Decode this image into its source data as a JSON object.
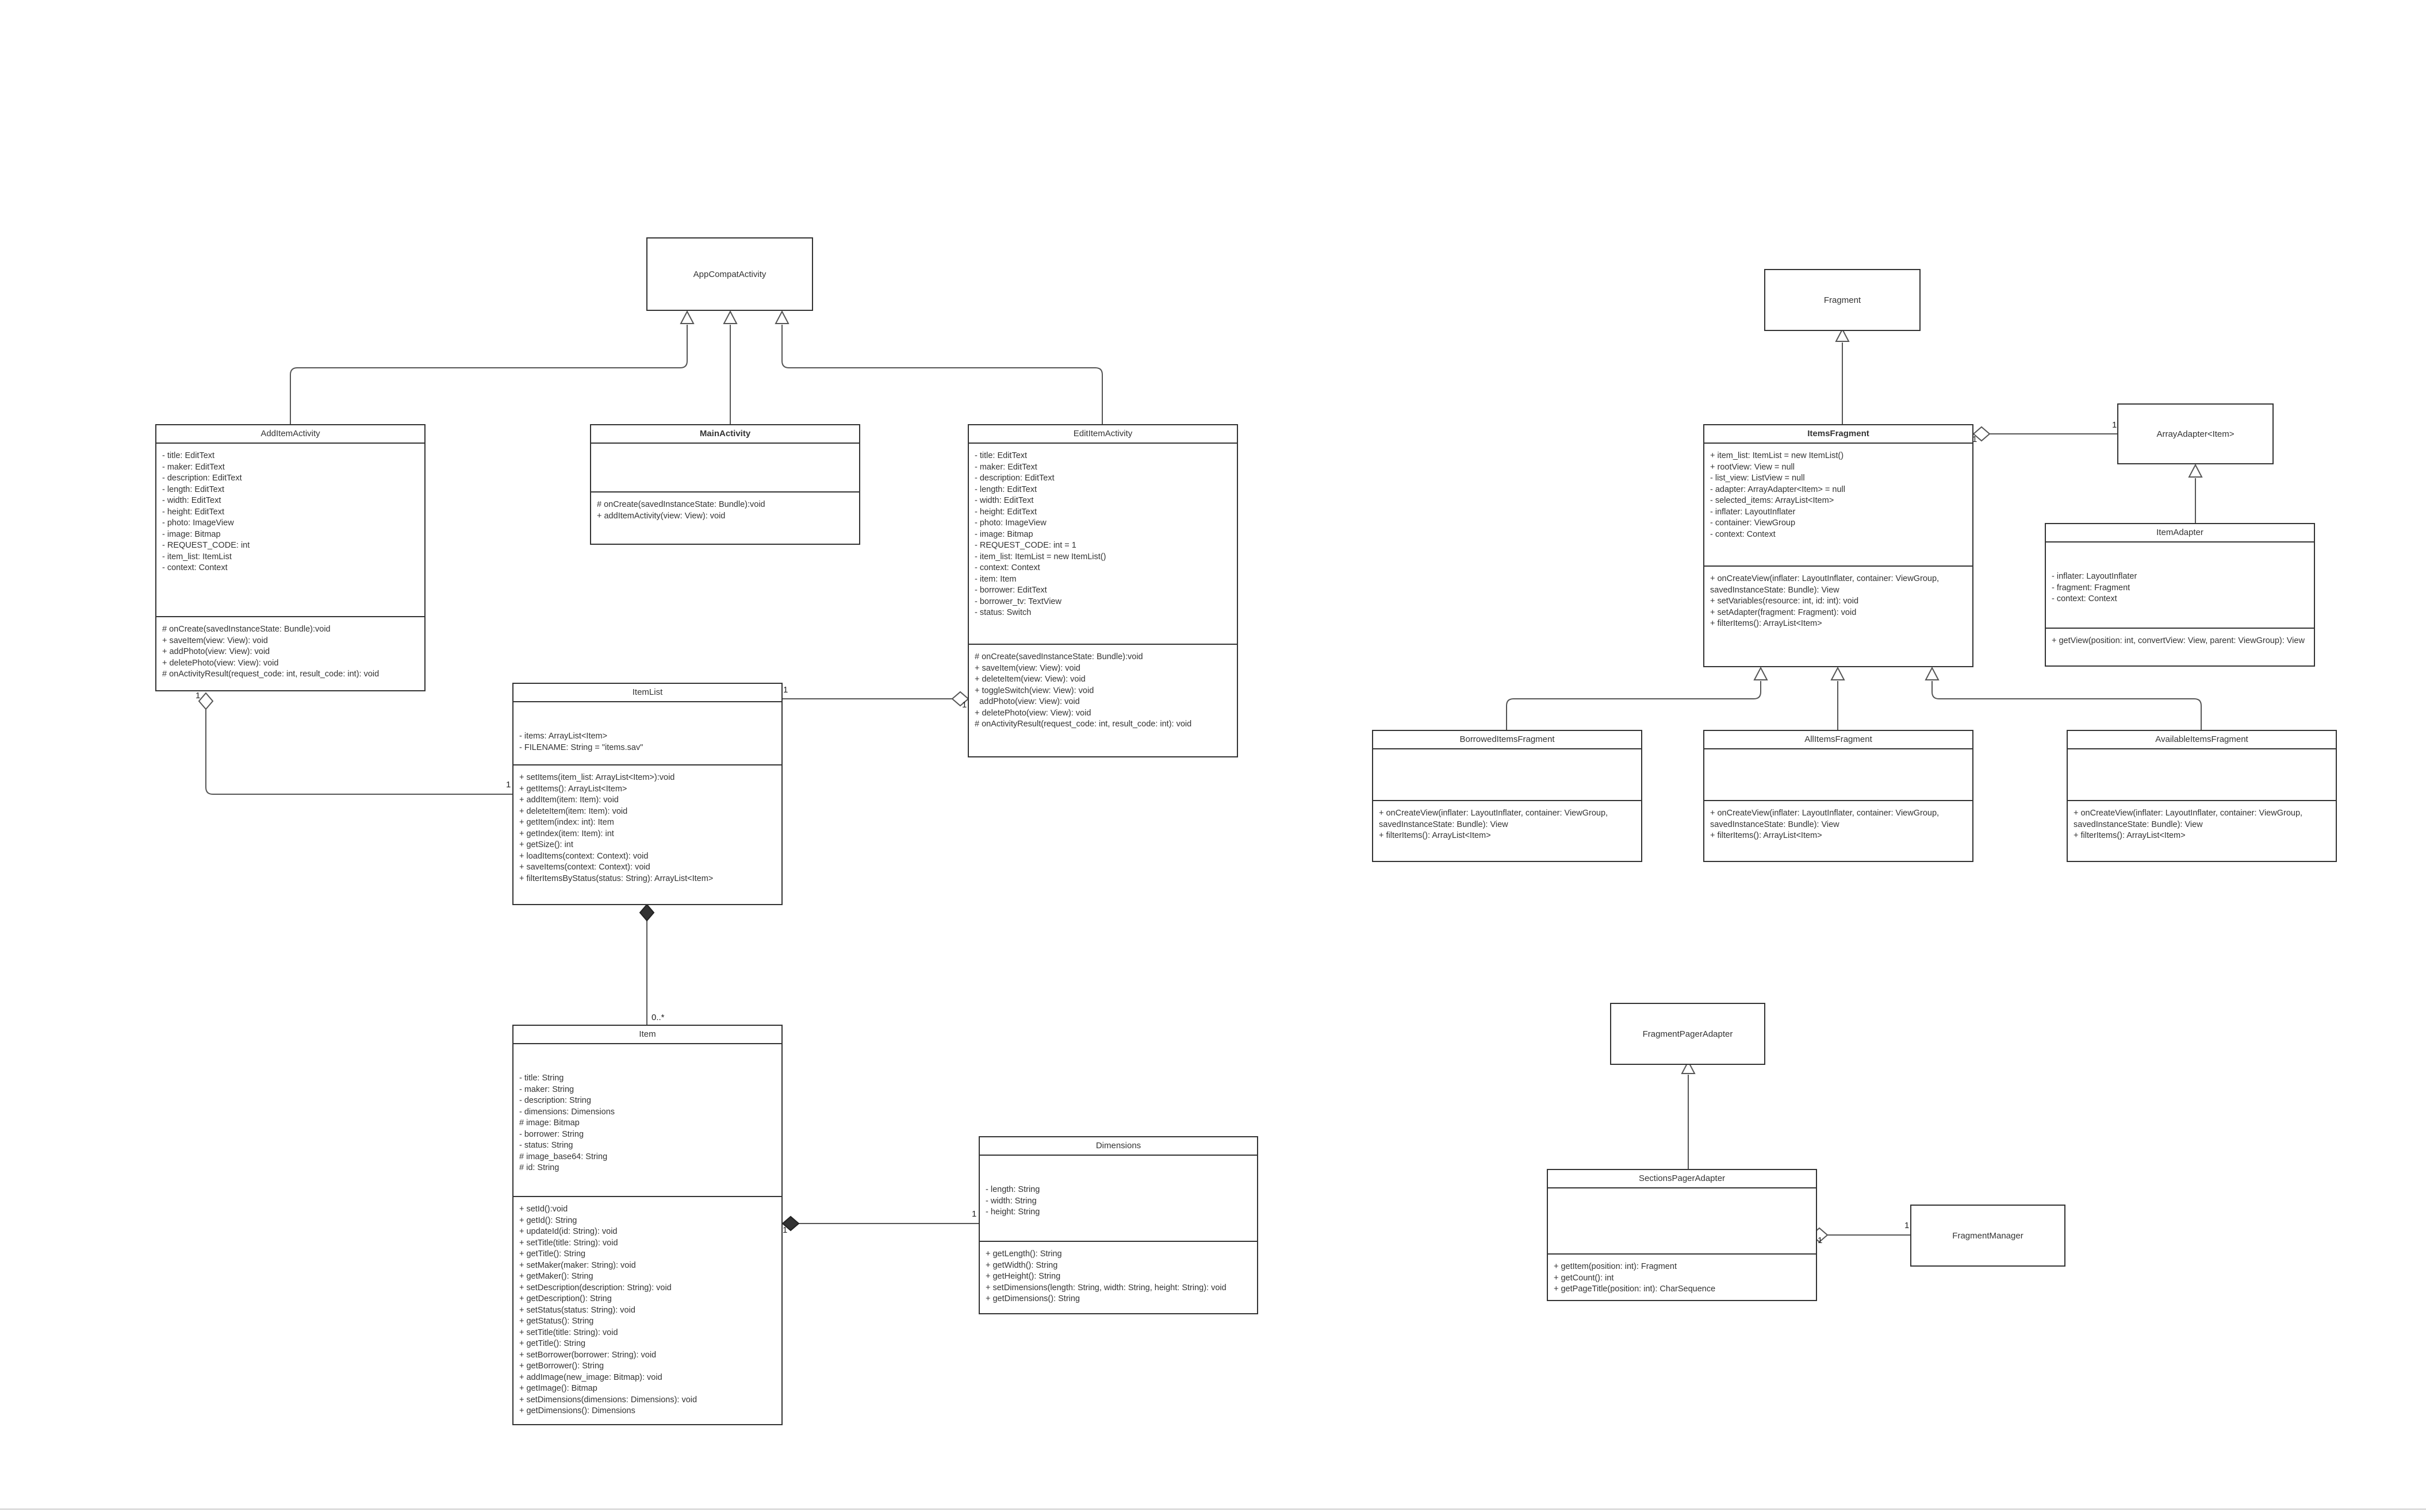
{
  "simple_boxes": {
    "appcompat": "AppCompatActivity",
    "fragment": "Fragment",
    "arrayadapter": "ArrayAdapter<Item>",
    "fpa": "FragmentPagerAdapter",
    "fragmentmanager": "FragmentManager"
  },
  "classes": {
    "additem": {
      "name": "AddItemActivity",
      "attributes": [
        "- title: EditText",
        "- maker: EditText",
        "- description: EditText",
        "- length: EditText",
        "- width: EditText",
        "- height: EditText",
        "- photo: ImageView",
        "- image: Bitmap",
        "- REQUEST_CODE: int",
        "- item_list: ItemList",
        "- context: Context"
      ],
      "methods": [
        "# onCreate(savedInstanceState: Bundle):void",
        "+ saveItem(view: View): void",
        "+ addPhoto(view: View): void",
        "+ deletePhoto(view: View): void",
        "# onActivityResult(request_code: int, result_code: int): void"
      ]
    },
    "main": {
      "name": "MainActivity",
      "attributes": [],
      "methods": [
        "# onCreate(savedInstanceState: Bundle):void",
        "+ addItemActivity(view: View): void"
      ]
    },
    "edititem": {
      "name": "EditItemActivity",
      "attributes": [
        "- title: EditText",
        "- maker: EditText",
        "- description: EditText",
        "- length: EditText",
        "- width: EditText",
        "- height: EditText",
        "- photo: ImageView",
        "- image: Bitmap",
        "- REQUEST_CODE: int = 1",
        "- item_list: ItemList = new ItemList()",
        "- context: Context",
        "- item: Item",
        "- borrower: EditText",
        "- borrower_tv: TextView",
        "- status: Switch"
      ],
      "methods": [
        "# onCreate(savedInstanceState: Bundle):void",
        "+ saveItem(view: View): void",
        "+ deleteItem(view: View): void",
        "+ toggleSwitch(view: View): void",
        "  addPhoto(view: View): void",
        "+ deletePhoto(view: View): void",
        "# onActivityResult(request_code: int, result_code: int): void"
      ]
    },
    "itemlist": {
      "name": "ItemList",
      "attributes": [
        "- items: ArrayList<Item>",
        "- FILENAME: String = \"items.sav\""
      ],
      "methods": [
        "+ setItems(item_list: ArrayList<Item>):void",
        "+ getItems(): ArrayList<Item>",
        "+ addItem(item: Item): void",
        "+ deleteItem(item: Item): void",
        "+ getItem(index: int): Item",
        "+ getIndex(item: Item): int",
        "+ getSize(): int",
        "+ loadItems(context: Context): void",
        "+ saveItems(context: Context): void",
        "+ filterItemsByStatus(status: String): ArrayList<Item>"
      ]
    },
    "item": {
      "name": "Item",
      "attributes": [
        "- title: String",
        "- maker: String",
        "- description: String",
        "- dimensions: Dimensions",
        "# image: Bitmap",
        "- borrower: String",
        "- status: String",
        "# image_base64: String",
        "# id: String"
      ],
      "methods": [
        "+ setId():void",
        "+ getId(): String",
        "+ updateId(id: String): void",
        "+ setTitle(title: String): void",
        "+ getTitle(): String",
        "+ setMaker(maker: String): void",
        "+ getMaker(): String",
        "+ setDescription(description: String): void",
        "+ getDescription(): String",
        "+ setStatus(status: String): void",
        "+ getStatus(): String",
        "+ setTitle(title: String): void",
        "+ getTitle(): String",
        "+ setBorrower(borrower: String): void",
        "+ getBorrower(): String",
        "+ addImage(new_image: Bitmap): void",
        "+ getImage(): Bitmap",
        "+ setDimensions(dimensions: Dimensions): void",
        "+ getDimensions(): Dimensions"
      ]
    },
    "dimensions": {
      "name": "Dimensions",
      "attributes": [
        "- length: String",
        "- width: String",
        "- height: String"
      ],
      "methods": [
        "+ getLength(): String",
        "+ getWidth(): String",
        "+ getHeight(): String",
        "+ setDimensions(length: String, width: String, height: String): void",
        "+ getDimensions(): String"
      ]
    },
    "itemsfragment": {
      "name": "ItemsFragment",
      "attributes": [
        "+ item_list: ItemList = new ItemList()",
        "+ rootView: View = null",
        "- list_view: ListView = null",
        "- adapter: ArrayAdapter<Item> = null",
        "- selected_items: ArrayList<Item>",
        "- inflater: LayoutInflater",
        "- container: ViewGroup",
        "- context: Context"
      ],
      "methods": [
        "+ onCreateView(inflater: LayoutInflater, container: ViewGroup, savedInstanceState: Bundle): View",
        "+ setVariables(resource: int, id: int): void",
        "+ setAdapter(fragment: Fragment): void",
        "+ filterItems(): ArrayList<Item>"
      ]
    },
    "itemadapter": {
      "name": "ItemAdapter",
      "attributes": [
        "- inflater: LayoutInflater",
        "- fragment: Fragment",
        "- context: Context"
      ],
      "methods": [
        "+ getView(position: int, convertView: View, parent: ViewGroup): View"
      ]
    },
    "borrowed": {
      "name": "BorrowedItemsFragment",
      "attributes": [],
      "methods": [
        "+ onCreateView(inflater: LayoutInflater, container: ViewGroup, savedInstanceState: Bundle): View",
        "+ filterItems(): ArrayList<Item>"
      ]
    },
    "allitems": {
      "name": "AllItemsFragment",
      "attributes": [],
      "methods": [
        "+ onCreateView(inflater: LayoutInflater, container: ViewGroup, savedInstanceState: Bundle): View",
        "+ filterItems(): ArrayList<Item>"
      ]
    },
    "available": {
      "name": "AvailableItemsFragment",
      "attributes": [],
      "methods": [
        "+ onCreateView(inflater: LayoutInflater, container: ViewGroup, savedInstanceState: Bundle): View",
        "+ filterItems(): ArrayList<Item>"
      ]
    },
    "spa": {
      "name": "SectionsPagerAdapter",
      "attributes": [],
      "methods": [
        "+ getItem(position: int): Fragment",
        "+ getCount(): int",
        "+ getPageTitle(position: int): CharSequence"
      ]
    }
  },
  "multiplicities": {
    "additem_agg": "1",
    "itemlist_left": "1",
    "itemlist_right": "1",
    "edit_agg": "1",
    "item_zero_many": "0..*",
    "item_comp": "1",
    "dim_end": "1",
    "itemsfrag_agg": "1",
    "arrayadapter_end": "1",
    "spa_agg": "1",
    "fm_end": "1"
  }
}
